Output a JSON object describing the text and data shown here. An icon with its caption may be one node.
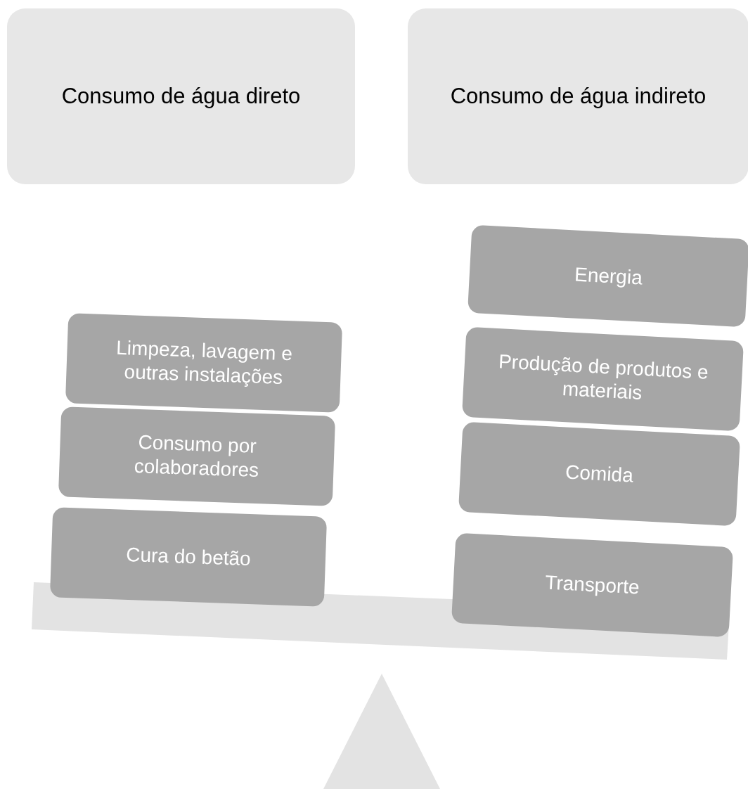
{
  "diagram": {
    "nodes": [
      {
        "text": [
          "Consumo de água direto"
        ]
      },
      {
        "text": [
          "Consumo de água indireto"
        ]
      },
      {
        "text": [
          "Limpeza, lavagem e outras instalações"
        ]
      },
      {
        "text": [
          "Consumo por colaboradores"
        ]
      },
      {
        "text": [
          "Cura do betão"
        ]
      },
      {
        "text": [
          "Energia"
        ]
      },
      {
        "text": [
          "Produção de produtos e materiais"
        ]
      },
      {
        "text": [
          "Comida"
        ]
      },
      {
        "text": [
          "Transporte"
        ]
      }
    ]
  }
}
